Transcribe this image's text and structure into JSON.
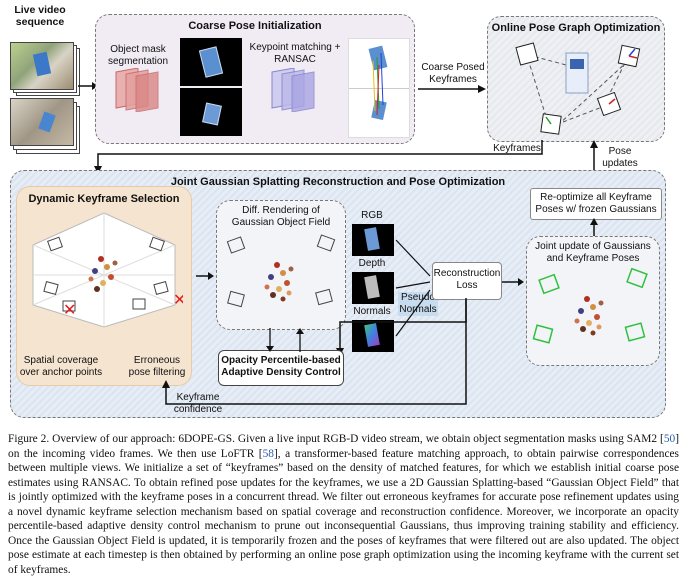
{
  "diagram": {
    "input_label": "Live video sequence",
    "coarse_pose": {
      "title": "Coarse Pose Initialization",
      "mask_label": "Object mask segmentation",
      "keypoint_label": "Keypoint matching + RANSAC"
    },
    "arrow_coarse_label": "Coarse Posed Keyframes",
    "online_pose_graph": {
      "title": "Online Pose Graph Optimization"
    },
    "keyframes_label": "Keyframes",
    "pose_updates_label": "Pose updates",
    "joint": {
      "title": "Joint Gaussian Splatting Reconstruction and Pose Optimization",
      "dynamic_keyframe": {
        "title": "Dynamic Keyframe Selection",
        "left_label": "Spatial coverage over anchor points",
        "right_label": "Erroneous pose filtering"
      },
      "diff_rendering_label": "Diff. Rendering of Gaussian Object Field",
      "rgb_label": "RGB",
      "depth_label": "Depth",
      "normals_label": "Normals",
      "pseudo_normals_label": "Pseudo Normals",
      "reconstruction_loss_label": "Reconstruction Loss",
      "opacity_label": "Opacity Percentile-based Adaptive Density Control",
      "keyframe_confidence_label": "Keyframe confidence",
      "reoptimize_label": "Re-optimize all Keyframe Poses w/ frozen Gaussians",
      "joint_update_label": "Joint update of Gaussians and Keyframe Poses"
    }
  },
  "caption": {
    "part1": "Figure 2. Overview of our approach: 6DOPE-GS. Given a live input RGB-D video stream, we obtain object segmentation masks using SAM2 [",
    "ref1": "50",
    "part2": "] on the incoming video frames. We then use LoFTR [",
    "ref2": "58",
    "part3": "], a transformer-based feature matching approach, to obtain pairwise correspondences between multiple views. We initialize a set of “keyframes” based on the density of matched features, for which we establish initial coarse pose estimates using RANSAC. To obtain refined pose updates for the keyframes, we use a 2D Gaussian Splatting-based “Gaussian Object Field” that is jointly optimized with the keyframe poses in a concurrent thread. We filter out erroneous keyframes for accurate pose refinement updates using a novel dynamic keyframe selection mechanism based on spatial coverage and reconstruction confidence. Moreover, we incorporate an opacity percentile-based adaptive density control mechanism to prune out inconsequential Gaussians, thus improving training stability and efficiency. Once the Gaussian Object Field is updated, it is temporarily frozen and the poses of keyframes that were filtered out are also updated. The object pose estimate at each timestep is then obtained by performing an online pose graph optimization using the incoming keyframe with the current set of keyframes."
  },
  "colors": {
    "coarse_bg": "#f1ecf3",
    "joint_bg": "#e3ebf5",
    "dynamic_bg": "#f5e4cf",
    "mask_red": "#d97a7a",
    "keypoint_purple": "#a8a4e0",
    "error_red": "#e0201c"
  }
}
